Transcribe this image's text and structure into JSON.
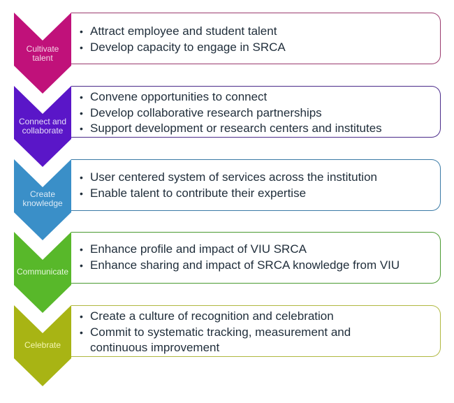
{
  "steps": [
    {
      "label": "Cultivate talent",
      "label_lines": [
        "Cultivate",
        "talent"
      ],
      "color": "#c0117a",
      "border_color": "#9a3a6e",
      "label_color": "#f4d4e6",
      "bullets": [
        "Attract employee and student talent",
        "Develop capacity to engage in SRCA"
      ]
    },
    {
      "label": "Connect and collaborate",
      "label_lines": [
        "Connect and",
        "collaborate"
      ],
      "color": "#5a16c8",
      "border_color": "#4a2a8a",
      "label_color": "#e4dcf8",
      "bullets": [
        "Convene opportunities to connect",
        "Develop collaborative research partnerships",
        "Support development or research centers and institutes"
      ]
    },
    {
      "label": "Create knowledge",
      "label_lines": [
        "Create",
        "knowledge"
      ],
      "color": "#3a8fc8",
      "border_color": "#3a7aa6",
      "label_color": "#dceaf6",
      "bullets": [
        "User centered system of services across the institution",
        "Enable talent to contribute their expertise"
      ]
    },
    {
      "label": "Communicate",
      "label_lines": [
        "Communicate"
      ],
      "color": "#58b82a",
      "border_color": "#4a9a30",
      "label_color": "#e6f6dc",
      "bullets": [
        "Enhance profile and impact of VIU SRCA",
        "Enhance sharing and impact of SRCA knowledge from VIU"
      ]
    },
    {
      "label": "Celebrate",
      "label_lines": [
        "Celebrate"
      ],
      "color": "#a8b414",
      "border_color": "#b0b840",
      "label_color": "#f4f6b0",
      "bullets": [
        "Create a culture of recognition and celebration",
        "Commit to systematic tracking, measurement and continuous improvement"
      ]
    }
  ]
}
